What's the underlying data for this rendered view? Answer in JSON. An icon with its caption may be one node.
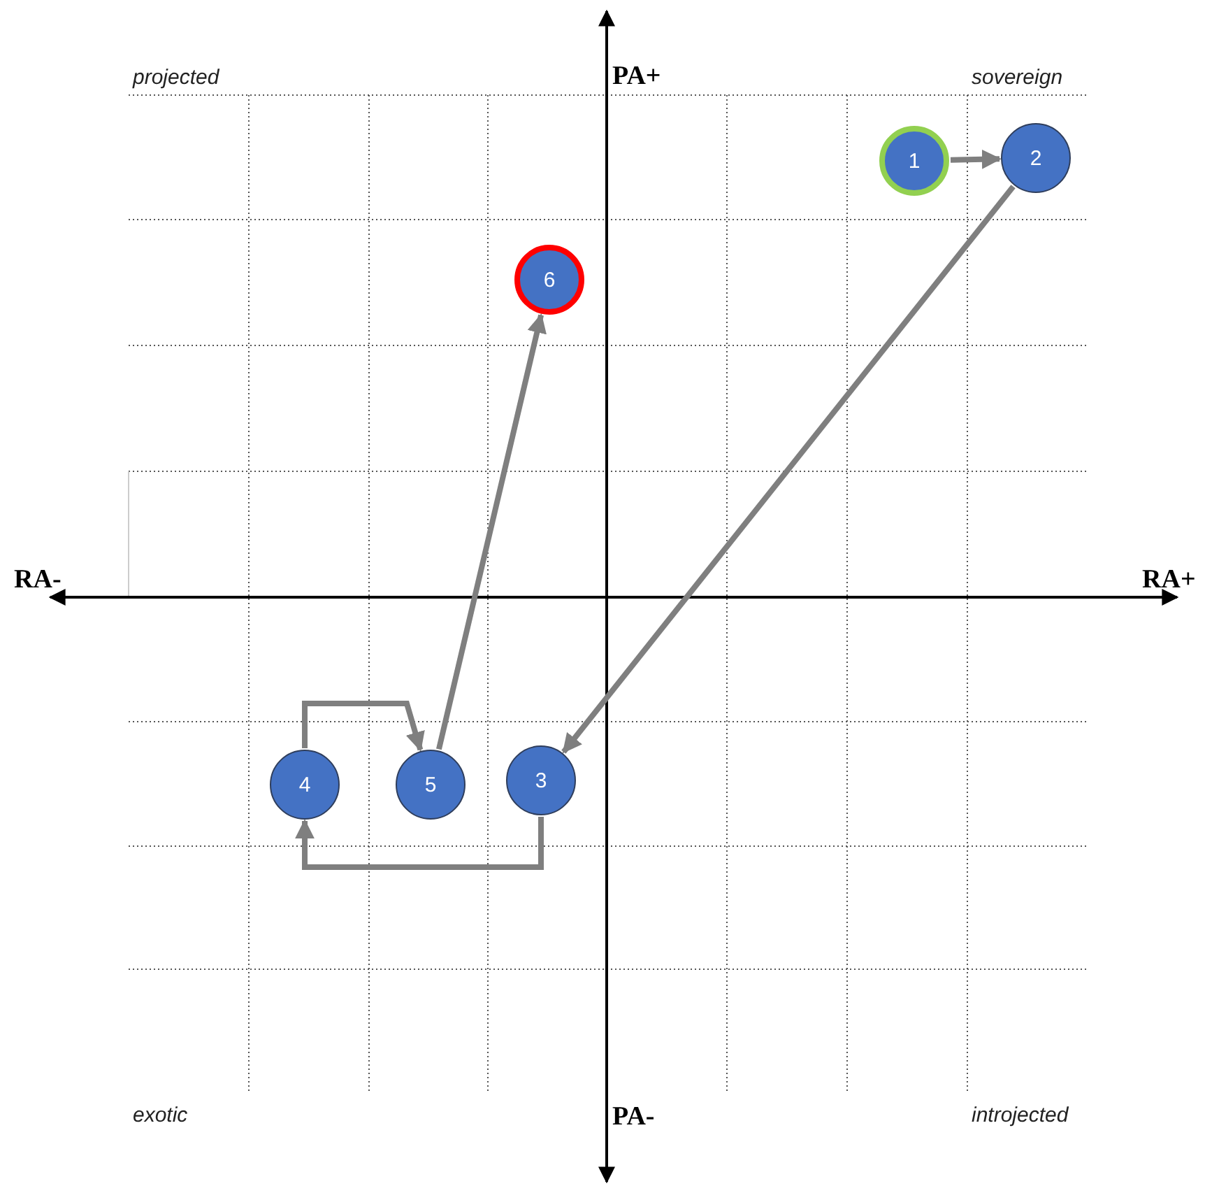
{
  "diagram": {
    "nodes": [
      {
        "text": [
          "1"
        ]
      },
      {
        "text": [
          "2"
        ]
      },
      {
        "text": [
          "3"
        ]
      },
      {
        "text": [
          "4"
        ]
      },
      {
        "text": [
          "5"
        ]
      },
      {
        "text": [
          "6"
        ]
      }
    ],
    "edges": [
      {
        "from": 0,
        "to": 1,
        "arrow": "to"
      },
      {
        "from": 1,
        "to": 2,
        "arrow": "to"
      },
      {
        "from": 2,
        "to": 3,
        "arrow": "to"
      },
      {
        "from": 3,
        "to": 4,
        "arrow": "to"
      },
      {
        "from": 4,
        "to": 5,
        "arrow": "to"
      }
    ],
    "labels": [
      "projected",
      "PA+",
      "sovereign",
      "RA-",
      "RA+",
      "exotic",
      "PA-",
      "introjected"
    ]
  }
}
